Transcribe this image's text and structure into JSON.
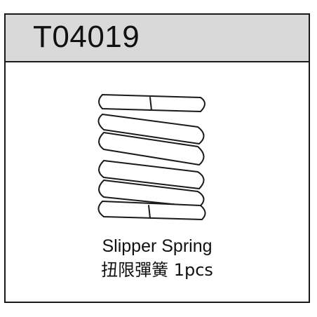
{
  "part": {
    "number": "T04019"
  },
  "illustration": {
    "icon": "coil-spring-icon",
    "stroke_color": "#1a1a1a"
  },
  "caption": {
    "name_en": "Slipper Spring",
    "name_zh_qty": "扭限彈簧 1pcs"
  },
  "colors": {
    "header_bg": "#d9d9d9",
    "border": "#1a1a1a",
    "text": "#111111"
  }
}
